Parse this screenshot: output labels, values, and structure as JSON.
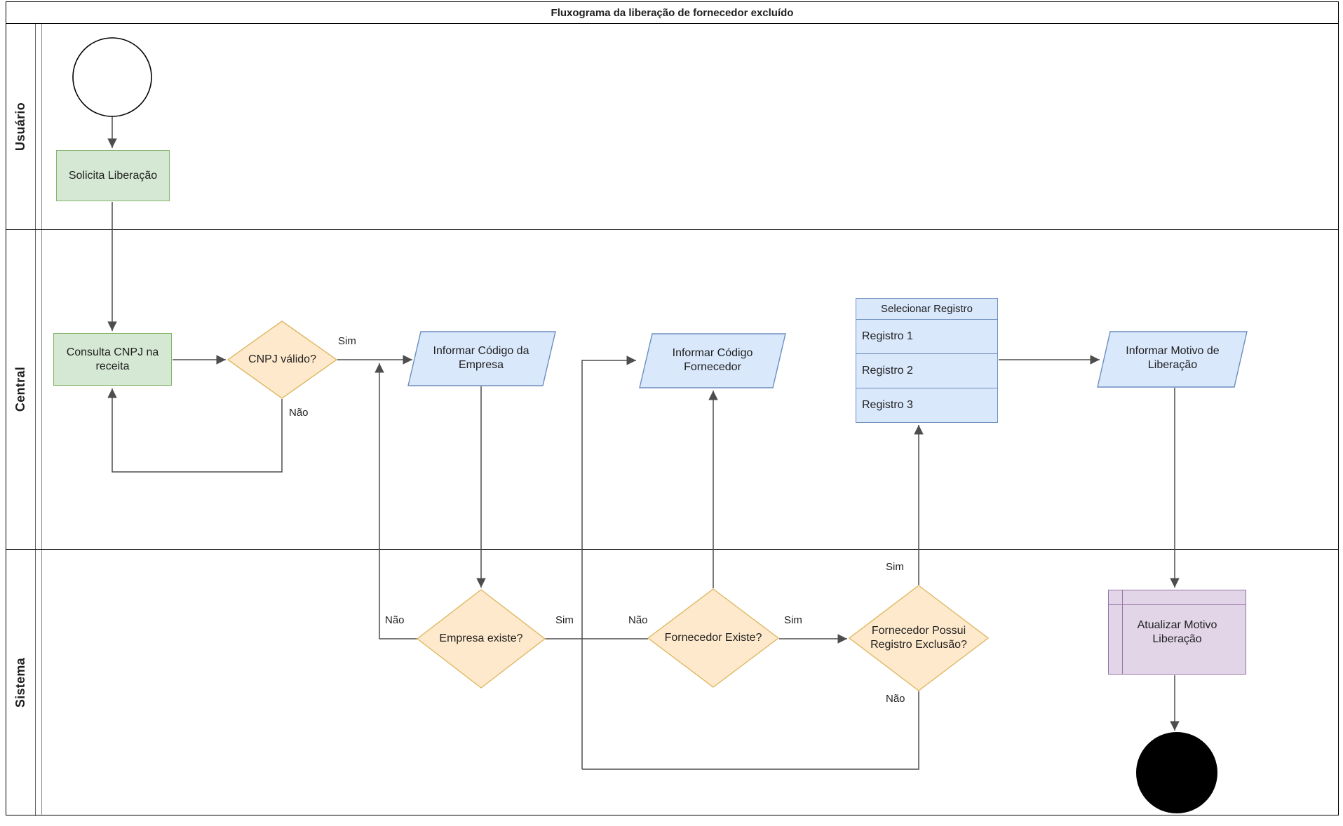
{
  "title": "Fluxograma da liberação de fornecedor excluído",
  "lanes": [
    {
      "label": "Usuário"
    },
    {
      "label": "Central"
    },
    {
      "label": "Sistema"
    }
  ],
  "labels": {
    "yes": "Sim",
    "no": "Não"
  },
  "nodes": {
    "solicita_liberacao": {
      "label": "Solicita Liberação"
    },
    "consulta_cnpj": {
      "label": "Consulta CNPJ na receita"
    },
    "cnpj_valido": {
      "label": "CNPJ válido?"
    },
    "informar_codigo_empresa": {
      "label": "Informar Código da Empresa"
    },
    "empresa_existe": {
      "label": "Empresa existe?"
    },
    "informar_codigo_fornecedor": {
      "label": "Informar Código Fornecedor"
    },
    "fornecedor_existe": {
      "label": "Fornecedor Existe?"
    },
    "fornecedor_possui_registro": {
      "label": "Fornecedor Possui Registro Exclusão?"
    },
    "selecionar_registro": {
      "header": "Selecionar Registro",
      "rows": [
        "Registro 1",
        "Registro 2",
        "Registro 3"
      ]
    },
    "informar_motivo": {
      "label": "Informar Motivo de Liberação"
    },
    "atualizar_motivo": {
      "label": "Atualizar Motivo Liberação"
    }
  },
  "colors": {
    "task_fill": "#d5e8d4",
    "task_stroke": "#82b366",
    "decision_fill": "#ffe9cc",
    "decision_stroke": "#ddb862",
    "io_fill": "#dae8fc",
    "io_stroke": "#6c8ebf",
    "subprocess_fill": "#e1d5e7",
    "subprocess_stroke": "#9673a6",
    "connector": "#4d4d4d",
    "start_stroke": "#000000",
    "end_fill": "#000000"
  }
}
